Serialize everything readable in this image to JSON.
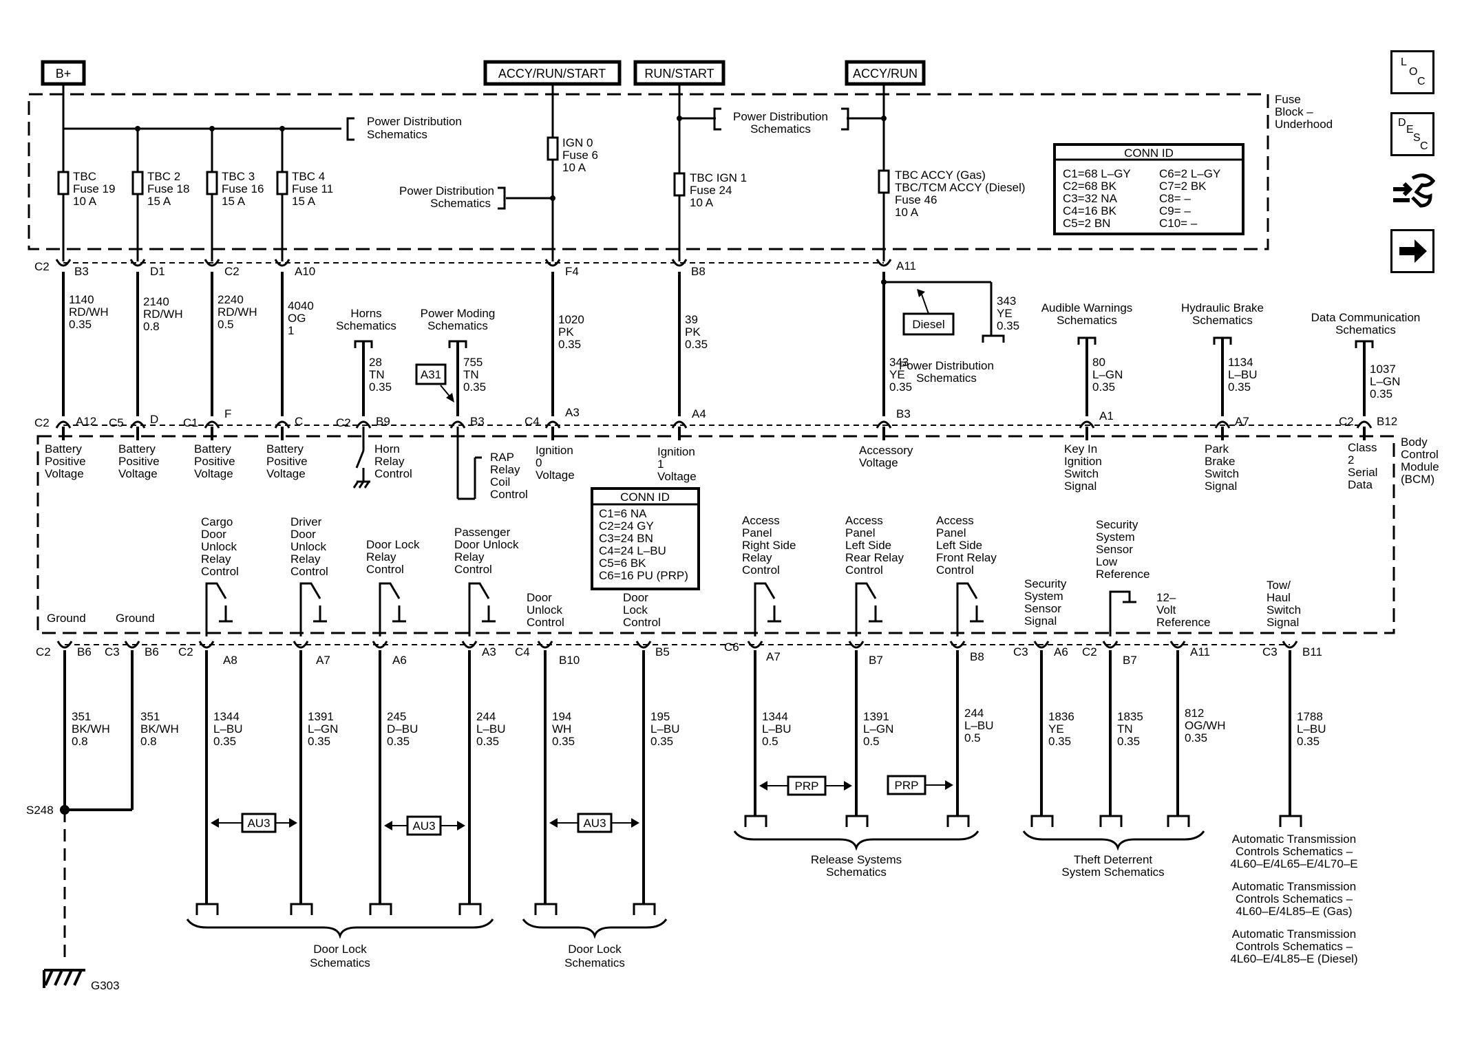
{
  "supplies": {
    "bplus": "B+",
    "accy_run_start": "ACCY/RUN/START",
    "run_start": "RUN/START",
    "accy_run": "ACCY/RUN"
  },
  "fuse_block": {
    "title_1": "Fuse",
    "title_2": "Block –",
    "title_3": "Underhood",
    "power_dist_1": "Power Distribution",
    "power_dist_2": "Schematics",
    "fuses": [
      {
        "l1": "TBC",
        "l2": "Fuse 19",
        "l3": "10 A"
      },
      {
        "l1": "TBC 2",
        "l2": "Fuse 18",
        "l3": "15 A"
      },
      {
        "l1": "TBC 3",
        "l2": "Fuse 16",
        "l3": "15 A"
      },
      {
        "l1": "TBC 4",
        "l2": "Fuse 11",
        "l3": "15 A"
      },
      {
        "l1": "IGN 0",
        "l2": "Fuse 6",
        "l3": "10 A"
      },
      {
        "l1": "TBC IGN 1",
        "l2": "Fuse 24",
        "l3": "10 A"
      },
      {
        "l1": "TBC ACCY (Gas)",
        "l2": "TBC/TCM ACCY (Diesel)",
        "l3": "Fuse 46",
        "l4": "10 A"
      }
    ],
    "conn_id_title": "CONN ID",
    "conn_id_left": [
      "C1=68 L–GY",
      "C2=68 BK",
      "C3=32 NA",
      "C4=16 BK",
      "C5=2 BN"
    ],
    "conn_id_right": [
      "C6=2 L–GY",
      "C7=2 BK",
      "C8= –",
      "C9= –",
      "C10= –"
    ]
  },
  "fuse_pins": [
    "B3",
    "D1",
    "C2",
    "A10",
    "F4",
    "B8",
    "A11"
  ],
  "fuse_conn_c2": "C2",
  "upper_wires": [
    {
      "n": "1140",
      "c": "RD/WH",
      "g": "0.35"
    },
    {
      "n": "2140",
      "c": "RD/WH",
      "g": "0.8"
    },
    {
      "n": "2240",
      "c": "RD/WH",
      "g": "0.5"
    },
    {
      "n": "4040",
      "c": "OG",
      "g": "1"
    },
    {
      "n": "28",
      "c": "TN",
      "g": "0.35"
    },
    {
      "n": "755",
      "c": "TN",
      "g": "0.35"
    },
    {
      "n": "1020",
      "c": "PK",
      "g": "0.35"
    },
    {
      "n": "39",
      "c": "PK",
      "g": "0.35"
    },
    {
      "n": "343",
      "c": "YE",
      "g": "0.35"
    },
    {
      "n": "343",
      "c": "YE",
      "g": "0.35"
    },
    {
      "n": "80",
      "c": "L–GN",
      "g": "0.35"
    },
    {
      "n": "1134",
      "c": "L–BU",
      "g": "0.35"
    },
    {
      "n": "1037",
      "c": "L–GN",
      "g": "0.35"
    }
  ],
  "refs": {
    "horns_1": "Horns",
    "horns_2": "Schematics",
    "power_moding_1": "Power Moding",
    "power_moding_2": "Schematics",
    "audible_1": "Audible Warnings",
    "audible_2": "Schematics",
    "hydraulic_1": "Hydraulic Brake",
    "hydraulic_2": "Schematics",
    "datacomm_1": "Data Communication",
    "datacomm_2": "Schematics",
    "pd_1": "Power Distribution",
    "pd_2": "Schematics",
    "a31": "A31",
    "diesel": "Diesel"
  },
  "bcm": {
    "title": [
      "Body",
      "Control",
      "Module",
      "(BCM)"
    ],
    "top_conn": [
      "C2",
      "C5",
      "C1",
      "",
      "C2",
      "",
      "C4",
      "",
      "",
      "",
      "",
      "C2"
    ],
    "top_pins": [
      "A12",
      "D",
      "F",
      "C",
      "B9",
      "B3",
      "A3",
      "A4",
      "B3",
      "A1",
      "A7",
      "B12"
    ],
    "top_labels": [
      [
        "Battery",
        "Positive",
        "Voltage"
      ],
      [
        "Battery",
        "Positive",
        "Voltage"
      ],
      [
        "Battery",
        "Positive",
        "Voltage"
      ],
      [
        "Battery",
        "Positive",
        "Voltage"
      ],
      [
        "Horn",
        "Relay",
        "Control"
      ],
      [
        "RAP",
        "Relay",
        "Coil",
        "Control"
      ],
      [
        "Ignition",
        "0",
        "Voltage"
      ],
      [
        "Ignition",
        "1",
        "Voltage"
      ],
      [
        "Accessory",
        "Voltage"
      ],
      [
        "Key In",
        "Ignition",
        "Switch",
        "Signal"
      ],
      [
        "Park",
        "Brake",
        "Switch",
        "Signal"
      ],
      [
        "Class",
        "2",
        "Serial",
        "Data"
      ]
    ],
    "conn_id_title": "CONN ID",
    "conn_id": [
      "C1=6 NA",
      "C2=24 GY",
      "C3=24 BN",
      "C4=24 L–BU",
      "C5=6 BK",
      "C6=16 PU (PRP)"
    ],
    "bottom_labels": [
      [
        "Ground"
      ],
      [
        "Ground"
      ],
      [
        "Cargo",
        "Door",
        "Unlock",
        "Relay",
        "Control"
      ],
      [
        "Driver",
        "Door",
        "Unlock",
        "Relay",
        "Control"
      ],
      [
        "Door Lock",
        "Relay",
        "Control"
      ],
      [
        "Passenger",
        "Door Unlock",
        "Relay",
        "Control"
      ],
      [
        "Door",
        "Unlock",
        "Control"
      ],
      [
        "Door",
        "Lock",
        "Control"
      ],
      [
        "Access",
        "Panel",
        "Right Side",
        "Relay",
        "Control"
      ],
      [
        "Access",
        "Panel",
        "Left Side",
        "Rear Relay",
        "Control"
      ],
      [
        "Access",
        "Panel",
        "Left Side",
        "Front Relay",
        "Control"
      ],
      [
        "Security",
        "System",
        "Sensor",
        "Signal"
      ],
      [
        "Security",
        "System",
        "Sensor",
        "Low",
        "Reference"
      ],
      [
        "12–",
        "Volt",
        "Reference"
      ],
      [
        "Tow/",
        "Haul",
        "Switch",
        "Signal"
      ]
    ],
    "bottom_conn": [
      "C2",
      "C3",
      "C2",
      "",
      "",
      "",
      "C4",
      "",
      "C6",
      "",
      "",
      "C3",
      "C2",
      "",
      "C3"
    ],
    "bottom_pins": [
      "B6",
      "B6",
      "A8",
      "A7",
      "A6",
      "A3",
      "B10",
      "B5",
      "A7",
      "B7",
      "B8",
      "A6",
      "B7",
      "A11",
      "B11"
    ]
  },
  "lower_wires": [
    {
      "n": "351",
      "c": "BK/WH",
      "g": "0.8"
    },
    {
      "n": "351",
      "c": "BK/WH",
      "g": "0.8"
    },
    {
      "n": "1344",
      "c": "L–BU",
      "g": "0.35"
    },
    {
      "n": "1391",
      "c": "L–GN",
      "g": "0.35"
    },
    {
      "n": "245",
      "c": "D–BU",
      "g": "0.35"
    },
    {
      "n": "244",
      "c": "L–BU",
      "g": "0.35"
    },
    {
      "n": "194",
      "c": "WH",
      "g": "0.35"
    },
    {
      "n": "195",
      "c": "L–BU",
      "g": "0.35"
    },
    {
      "n": "1344",
      "c": "L–BU",
      "g": "0.5"
    },
    {
      "n": "1391",
      "c": "L–GN",
      "g": "0.5"
    },
    {
      "n": "244",
      "c": "L–BU",
      "g": "0.5"
    },
    {
      "n": "1836",
      "c": "YE",
      "g": "0.35"
    },
    {
      "n": "1835",
      "c": "TN",
      "g": "0.35"
    },
    {
      "n": "812",
      "c": "OG/WH",
      "g": "0.35"
    },
    {
      "n": "1788",
      "c": "L–BU",
      "g": "0.35"
    }
  ],
  "options": {
    "au3": "AU3",
    "prp": "PRP"
  },
  "splice": "S248",
  "ground": "G303",
  "bottom_refs": {
    "door_lock_1": "Door Lock",
    "door_lock_2": "Schematics",
    "release_1": "Release Systems",
    "release_2": "Schematics",
    "theft_1": "Theft Deterrent",
    "theft_2": "System Schematics",
    "ats": [
      [
        "Automatic Transmission",
        "Controls Schematics –",
        "4L60–E/4L65–E/4L70–E"
      ],
      [
        "Automatic Transmission",
        "Controls Schematics –",
        "4L60–E/4L85–E (Gas)"
      ],
      [
        "Automatic Transmission",
        "Controls Schematics –",
        "4L60–E/4L85–E (Diesel)"
      ]
    ]
  },
  "sidebar": {
    "loc": [
      "L",
      "O",
      "C"
    ],
    "desc": [
      "D",
      "E",
      "S",
      "C"
    ]
  }
}
